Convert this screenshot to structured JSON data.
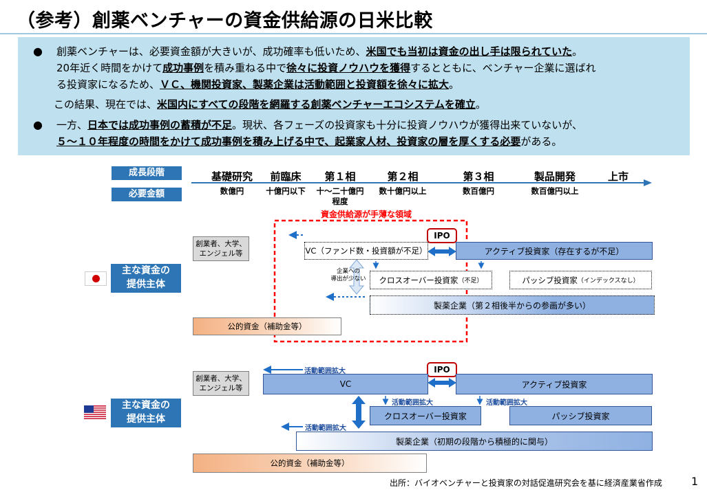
{
  "title": "（参考）創薬ベンチャーの資金供給源の日米比較",
  "bullets": [
    {
      "lines": [
        [
          {
            "t": "創薬ベンチャーは、必要資金額が大きいが、成功確率も低いため、",
            "e": false
          },
          {
            "t": "米国でも当初は資金の出し手は限られていた",
            "e": true
          },
          {
            "t": "。",
            "e": false
          }
        ],
        [
          {
            "t": "20年近く時間をかけて",
            "e": false
          },
          {
            "t": "成功事例",
            "e": true
          },
          {
            "t": "を積み重ねる中で",
            "e": false
          },
          {
            "t": "徐々に投資ノウハウを獲得",
            "e": true
          },
          {
            "t": "するとともに、ベンチャー企業に選ばれ",
            "e": false
          }
        ],
        [
          {
            "t": "る投資家になるため、",
            "e": false
          },
          {
            "t": "ＶＣ、機関投資家、製薬企業は活動範囲と投資額を徐々に拡大",
            "e": true
          },
          {
            "t": "。",
            "e": false
          }
        ],
        [
          {
            "t": "この結果、現在では、",
            "e": false
          },
          {
            "t": "米国内にすべての段階を網羅する創薬ベンチャーエコシステムを確立",
            "e": true
          },
          {
            "t": "。",
            "e": false
          }
        ]
      ]
    },
    {
      "lines": [
        [
          {
            "t": "一方、",
            "e": false
          },
          {
            "t": "日本では成功事例の蓄積が不足",
            "e": true
          },
          {
            "t": "。現状、各フェーズの投資家も十分に投資ノウハウが獲得出来ていないが、",
            "e": false
          }
        ],
        [
          {
            "t": "５～１０年程度の時間をかけて成功事例を積み上げる中で、起業家人材、投資家の層を厚くする必要",
            "e": true
          },
          {
            "t": "がある。",
            "e": false
          }
        ]
      ]
    }
  ],
  "labels": {
    "growth_stage": "成長段階",
    "required_amount": "必要金額",
    "main_funders": "主な資金の\n提供主体",
    "thin_area": "資金供給源が手薄な領域",
    "ipo": "IPO",
    "expand": "活動範囲拡大"
  },
  "stages": [
    {
      "name": "基礎研究",
      "amount": "数億円"
    },
    {
      "name": "前臨床",
      "amount": "十億円以下"
    },
    {
      "name": "第１相",
      "amount": "十～二十億円\n程度"
    },
    {
      "name": "第２相",
      "amount": "数十億円以上"
    },
    {
      "name": "第３相",
      "amount": "数百億円"
    },
    {
      "name": "製品開発",
      "amount": "数百億円以上"
    },
    {
      "name": "上市",
      "amount": ""
    }
  ],
  "japan": {
    "founders": "創業者、大学、\nエンジェル等",
    "vc": "VC（ファンド数・投資額が不足）",
    "active": "アクティブ投資家（存在するが不足）",
    "crossover_note": "企業への\n導出が少ない",
    "crossover": "クロスオーバー投資家",
    "crossover_sub": "（不足）",
    "passive": "パッシブ投資家",
    "passive_sub": "（インデックスなし）",
    "pharma": "製薬企業（第２相後半からの参画が多い）",
    "public": "公的資金（補助金等）"
  },
  "usa": {
    "founders": "創業者、大学、\nエンジェル等",
    "vc": "VC",
    "active": "アクティブ投資家",
    "crossover": "クロスオーバー投資家",
    "passive": "パッシブ投資家",
    "pharma": "製薬企業（初期の段階から積極的に関与）",
    "public": "公的資金（補助金等）"
  },
  "source": "出所：バイオベンチャーと投資家の対話促進研究会を基に経済産業省作成",
  "page_number": "1",
  "colors": {
    "accent_blue": "#2e75b6",
    "bar_blue": "#8fb1e2",
    "summary_bg": "#bfe0ee",
    "public_orange": "#f8cbad",
    "thin_red": "#ff0000",
    "arrow_blue": "#1f6fc8"
  },
  "icons": [
    "japan-flag-icon",
    "usa-flag-icon"
  ]
}
